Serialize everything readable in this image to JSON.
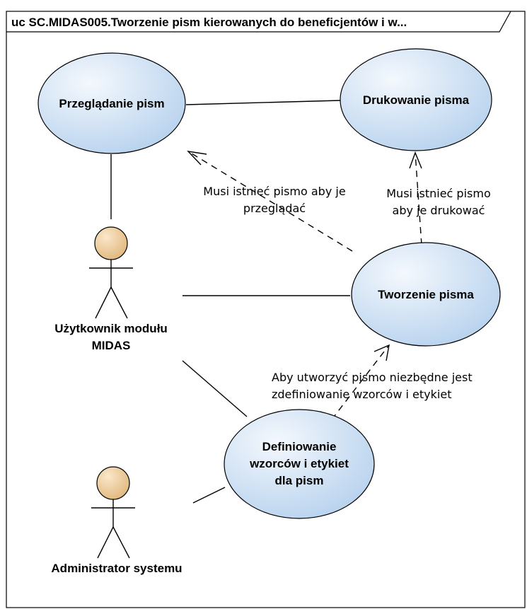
{
  "frame": {
    "title": "uc SC.MIDAS005.Tworzenie pism kierowanych do beneficjentów i w..."
  },
  "use_cases": {
    "przegladanie": "Przeglądanie pism",
    "drukowanie": "Drukowanie pisma",
    "tworzenie": "Tworzenie pisma",
    "definiowanie": [
      "Definiowanie",
      "wzorców i etykiet",
      "dla pism"
    ]
  },
  "actors": {
    "uzytkownik": [
      "Użytkownik modułu",
      "MIDAS"
    ],
    "administrator": "Administrator systemu"
  },
  "dependency_labels": {
    "przegladanie": [
      "Musi istnieć pismo aby je",
      "przeglądać"
    ],
    "drukowanie": [
      "Musi istnieć pismo",
      "aby je drukować"
    ],
    "tworzenie": [
      "Aby utworzyć pismo niezbędne jest",
      "zdefiniowanie wzorców i etykiet"
    ]
  },
  "colors": {
    "use_case_fill_light": "#f4f8fd",
    "use_case_fill_dark": "#b9d3ee",
    "actor_head_light": "#fbe7c9",
    "actor_head_dark": "#e0b87e"
  }
}
